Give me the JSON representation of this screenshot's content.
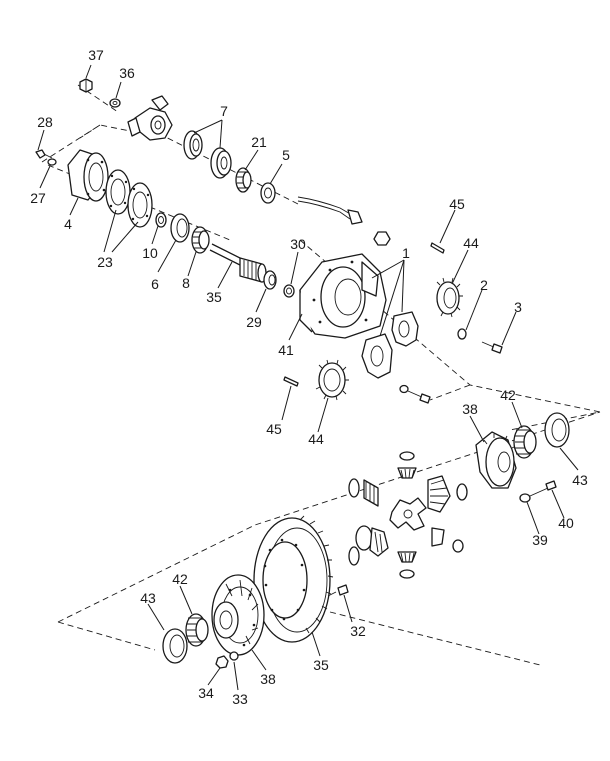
{
  "colors": {
    "ink": "#1a1a1a",
    "paper": "#ffffff"
  },
  "callouts": {
    "c37": "37",
    "c36": "36",
    "c28": "28",
    "c27": "27",
    "c7": "7",
    "c21": "21",
    "c5": "5",
    "c4": "4",
    "c23": "23",
    "c10": "10",
    "c6": "6",
    "c8": "8",
    "c35a": "35",
    "c30": "30",
    "c29": "29",
    "c41": "41",
    "c1": "1",
    "c45a": "45",
    "c44a": "44",
    "c2": "2",
    "c3": "3",
    "c45b": "45",
    "c44b": "44",
    "c38a": "38",
    "c42a": "42",
    "c43a": "43",
    "c39": "39",
    "c40": "40",
    "c43b": "43",
    "c42b": "42",
    "c32": "32",
    "c35b": "35",
    "c38b": "38",
    "c34": "34",
    "c33": "33"
  }
}
